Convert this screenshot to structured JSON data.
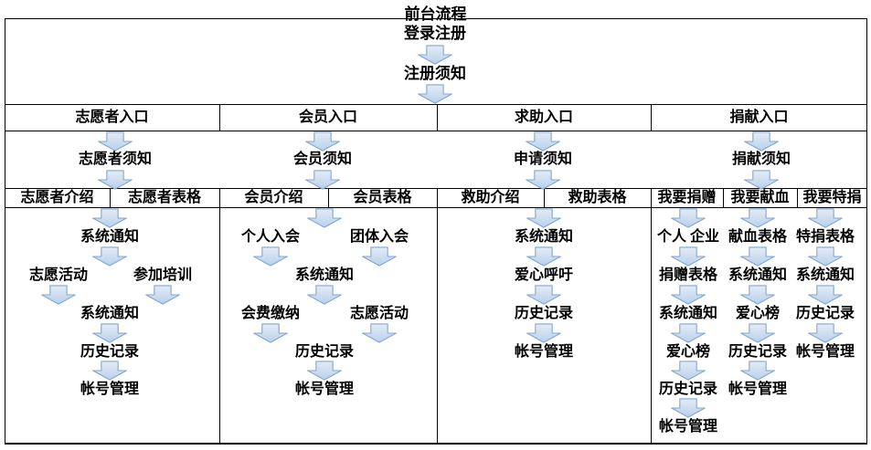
{
  "title": "前台流程",
  "colors": {
    "background": "#ffffff",
    "grid_line": "#000000",
    "text": "#000000",
    "arrow_fill_top": "#e3ecf7",
    "arrow_fill_bottom": "#b9d0ea",
    "arrow_border": "#85a6ce"
  },
  "top_flow": [
    "登录注册",
    "注册须知"
  ],
  "entries": [
    "志愿者入口",
    "会员入口",
    "求助入口",
    "捐献入口"
  ],
  "notices": [
    "志愿者须知",
    "会员须知",
    "申请须知",
    "捐献须知"
  ],
  "subheaders": [
    "志愿者介绍",
    "志愿者表格",
    "会员介绍",
    "会员表格",
    "救助介绍",
    "救助表格",
    "我要捐赠",
    "我要献血",
    "我要特捐"
  ],
  "flows": {
    "volunteer": [
      [
        "系统通知"
      ],
      [
        "志愿活动",
        "参加培训"
      ],
      [
        "系统通知"
      ],
      [
        "历史记录"
      ],
      [
        "帐号管理"
      ]
    ],
    "member": [
      [
        "个人入会",
        "团体入会"
      ],
      [
        "系统通知"
      ],
      [
        "会费缴纳",
        "志愿活动"
      ],
      [
        "历史记录"
      ],
      [
        "帐号管理"
      ]
    ],
    "help": [
      [
        "系统通知"
      ],
      [
        "爱心呼吁"
      ],
      [
        "历史记录"
      ],
      [
        "帐号管理"
      ]
    ],
    "donate": [
      [
        "个人 企业"
      ],
      [
        "捐赠表格"
      ],
      [
        "系统通知"
      ],
      [
        "爱心榜"
      ],
      [
        "历史记录"
      ],
      [
        "帐号管理"
      ]
    ],
    "blood": [
      [
        "献血表格"
      ],
      [
        "系统通知"
      ],
      [
        "爱心榜"
      ],
      [
        "历史记录"
      ],
      [
        "帐号管理"
      ]
    ],
    "special": [
      [
        "特捐表格"
      ],
      [
        "系统通知"
      ],
      [
        "历史记录"
      ],
      [
        "帐号管理"
      ]
    ]
  }
}
